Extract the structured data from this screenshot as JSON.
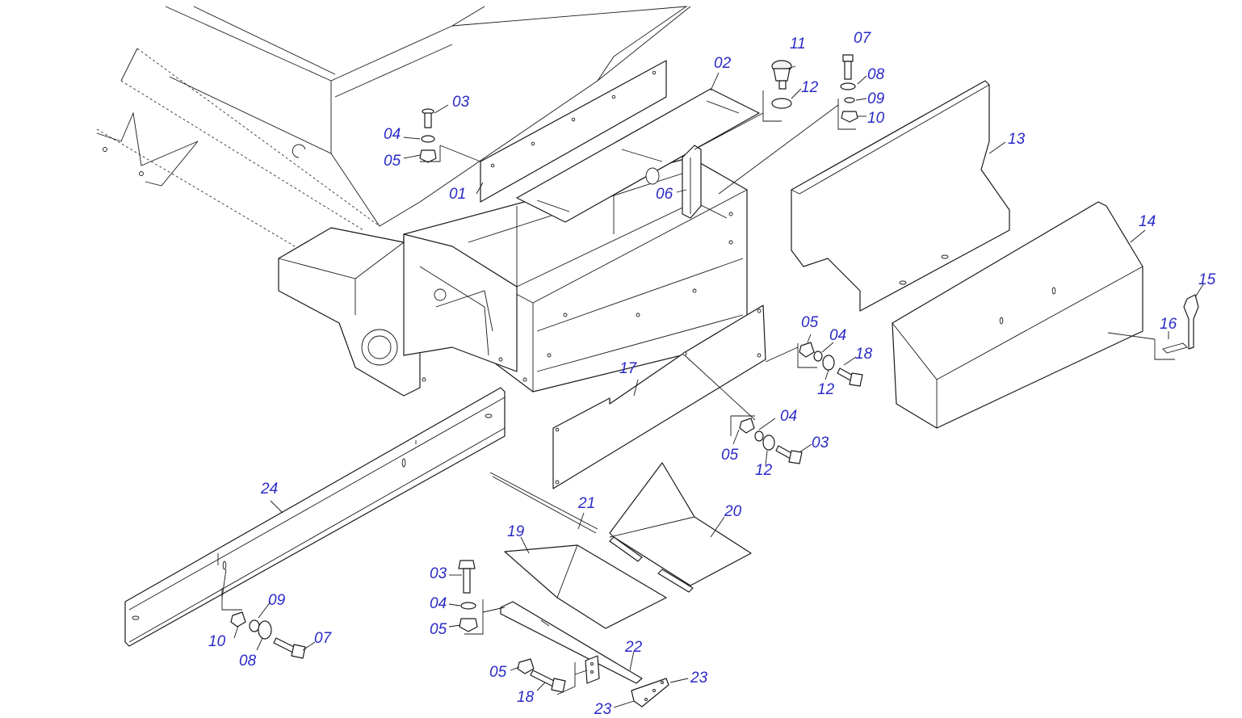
{
  "diagram": {
    "type": "exploded-parts-drawing",
    "callout_color": "#2a2ac8",
    "callouts": [
      {
        "id": "c01",
        "text": "01"
      },
      {
        "id": "c02",
        "text": "02"
      },
      {
        "id": "c03a",
        "text": "03"
      },
      {
        "id": "c04a",
        "text": "04"
      },
      {
        "id": "c05a",
        "text": "05"
      },
      {
        "id": "c06",
        "text": "06"
      },
      {
        "id": "c11",
        "text": "11"
      },
      {
        "id": "c12a",
        "text": "12"
      },
      {
        "id": "c07a",
        "text": "07"
      },
      {
        "id": "c08a",
        "text": "08"
      },
      {
        "id": "c09a",
        "text": "09"
      },
      {
        "id": "c10a",
        "text": "10"
      },
      {
        "id": "c13",
        "text": "13"
      },
      {
        "id": "c14",
        "text": "14"
      },
      {
        "id": "c15",
        "text": "15"
      },
      {
        "id": "c16",
        "text": "16"
      },
      {
        "id": "c05b",
        "text": "05"
      },
      {
        "id": "c04b",
        "text": "04"
      },
      {
        "id": "c18a",
        "text": "18"
      },
      {
        "id": "c12b",
        "text": "12"
      },
      {
        "id": "c17",
        "text": "17"
      },
      {
        "id": "c04c",
        "text": "04"
      },
      {
        "id": "c03b",
        "text": "03"
      },
      {
        "id": "c05c",
        "text": "05"
      },
      {
        "id": "c12c",
        "text": "12"
      },
      {
        "id": "c24",
        "text": "24"
      },
      {
        "id": "c21",
        "text": "21"
      },
      {
        "id": "c20",
        "text": "20"
      },
      {
        "id": "c19",
        "text": "19"
      },
      {
        "id": "c03c",
        "text": "03"
      },
      {
        "id": "c04d",
        "text": "04"
      },
      {
        "id": "c05d",
        "text": "05"
      },
      {
        "id": "c09b",
        "text": "09"
      },
      {
        "id": "c10b",
        "text": "10"
      },
      {
        "id": "c07b",
        "text": "07"
      },
      {
        "id": "c08b",
        "text": "08"
      },
      {
        "id": "c22",
        "text": "22"
      },
      {
        "id": "c05e",
        "text": "05"
      },
      {
        "id": "c18b",
        "text": "18"
      },
      {
        "id": "c23a",
        "text": "23"
      },
      {
        "id": "c23b",
        "text": "23"
      }
    ]
  }
}
